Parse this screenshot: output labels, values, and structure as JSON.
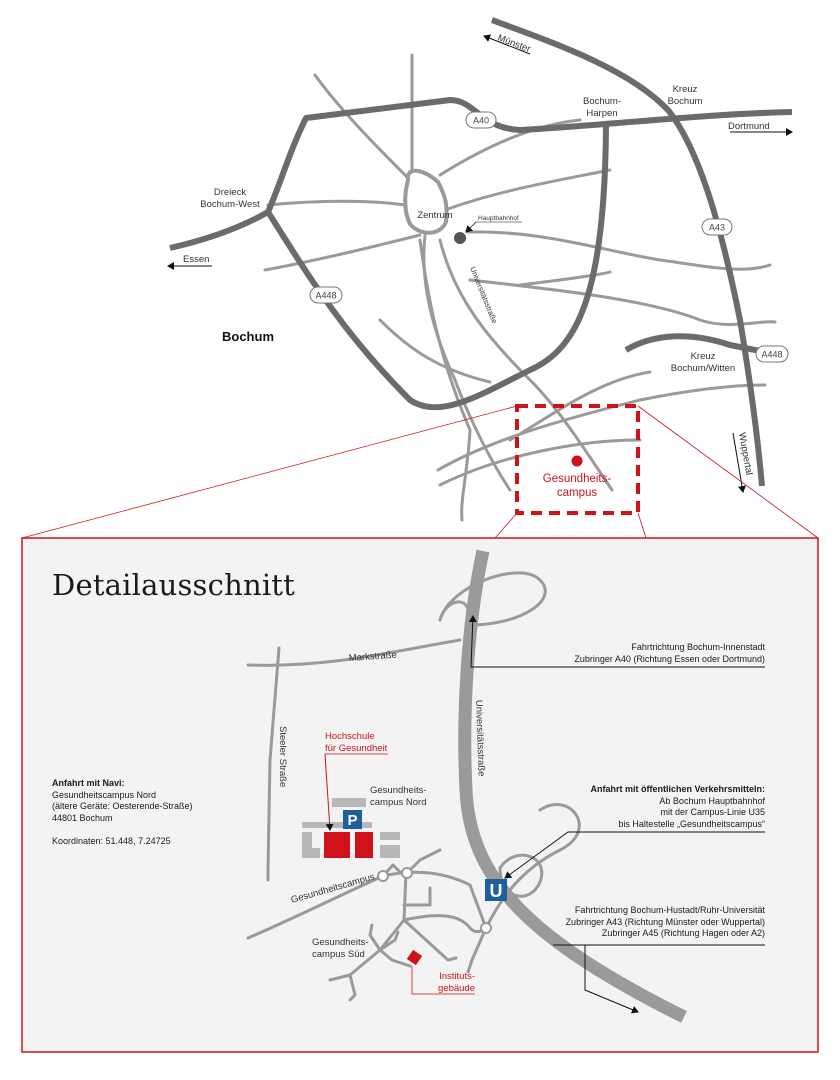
{
  "overview": {
    "city": "Bochum",
    "places": {
      "zentrum": "Zentrum",
      "hauptbahnhof": "Hauptbahnhof",
      "dreieck_line1": "Dreieck",
      "dreieck_line2": "Bochum-West",
      "harpen_line1": "Bochum-",
      "harpen_line2": "Harpen",
      "kreuz_bochum_line1": "Kreuz",
      "kreuz_bochum_line2": "Bochum",
      "kreuz_witten_line1": "Kreuz",
      "kreuz_witten_line2": "Bochum/Witten",
      "universitaetsstrasse": "Universitätsstraße"
    },
    "directions": {
      "muenster": "Münster",
      "dortmund": "Dortmund",
      "essen": "Essen",
      "wuppertal": "Wuppertal"
    },
    "shields": {
      "a40": "A40",
      "a43": "A43",
      "a448_left": "A448",
      "a448_right": "A448"
    },
    "campus_line1": "Gesundheits-",
    "campus_line2": "campus"
  },
  "detail": {
    "title": "Detailausschnitt",
    "streets": {
      "markstrasse": "Markstraße",
      "universitaetsstrasse": "Universitätsstraße",
      "steeler_strasse": "Steeler Straße",
      "gesundheitscampus": "Gesundheitscampus"
    },
    "labels": {
      "hochschule_line1": "Hochschule",
      "hochschule_line2": "für Gesundheit",
      "nord_line1": "Gesundheits-",
      "nord_line2": "campus Nord",
      "sued_line1": "Gesundheits-",
      "sued_line2": "campus Süd",
      "institut_line1": "Instituts-",
      "institut_line2": "gebäude",
      "parking": "P",
      "ubahn": "U"
    },
    "navi": {
      "heading": "Anfahrt mit Navi:",
      "line1": "Gesundheitscampus Nord",
      "line2": "(ältere Geräte: Oesterende-Straße)",
      "line3": "44801 Bochum",
      "coords": "Koordinaten: 51.448, 7.24725"
    },
    "direction_north": {
      "line1": "Fahrtrichtung Bochum-Innenstadt",
      "line2": "Zubringer A40 (Richtung Essen oder Dortmund)"
    },
    "public_transport": {
      "heading": "Anfahrt mit öffentlichen Verkehrsmitteln:",
      "line1": "Ab Bochum Hauptbahnhof",
      "line2": "mit der Campus-Linie U35",
      "line3": "bis Haltestelle „Gesundheitscampus“"
    },
    "direction_south": {
      "line1": "Fahrtrichtung Bochum-Hustadt/Ruhr-Universität",
      "line2": "Zubringer A43 (Richtung Münster oder Wuppertal)",
      "line3": "Zubringer A45 (Richtung Hagen oder A2)"
    }
  },
  "colors": {
    "accent_red": "#d0121a",
    "motorway": "#6b6b6b",
    "road": "#9a9a9a",
    "detail_bg": "#f3f3f3",
    "ubahn_blue": "#1f5f99"
  }
}
